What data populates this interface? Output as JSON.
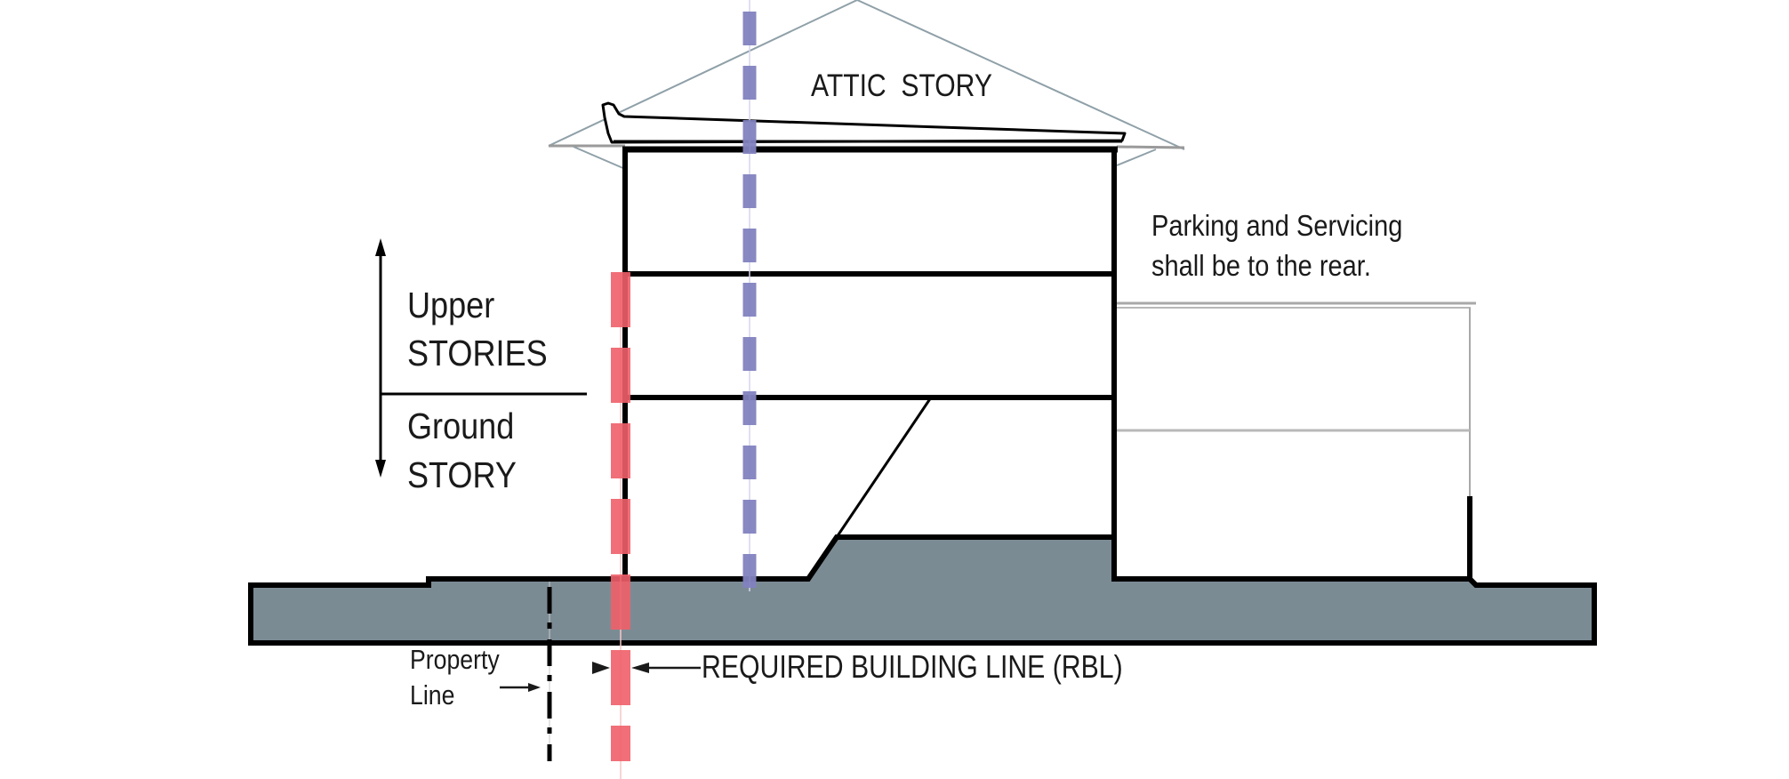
{
  "title": "Building section: story heights, required building line and property line",
  "labels": {
    "attic_story": "ATTIC  STORY",
    "upper_stories_line1": "Upper",
    "upper_stories_line2": "STORIES",
    "ground_story_line1": "Ground",
    "ground_story_line2": "STORY",
    "parking_note_line1": "Parking and Servicing",
    "parking_note_line2": "shall be to the rear.",
    "required_building_line": "REQUIRED BUILDING LINE (RBL)",
    "property_line_line1": "Property",
    "property_line_line2": "Line"
  },
  "legend_lines": [
    {
      "name": "required-building-line",
      "style": "dashed",
      "color": "#F0606A"
    },
    {
      "name": "building-height-reference-line",
      "style": "dashed",
      "color": "#8282C0"
    },
    {
      "name": "property-line",
      "style": "dash-dot",
      "color": "#000000"
    }
  ],
  "colors": {
    "ground": "#7B8B94",
    "outline": "#000000",
    "roof_outline": "#8FA0A8",
    "eave_gray": "#9A9A9A",
    "annex_gray": "#B0B0B0",
    "rbl_red": "#F0606A",
    "reference_blue": "#8282C0"
  }
}
